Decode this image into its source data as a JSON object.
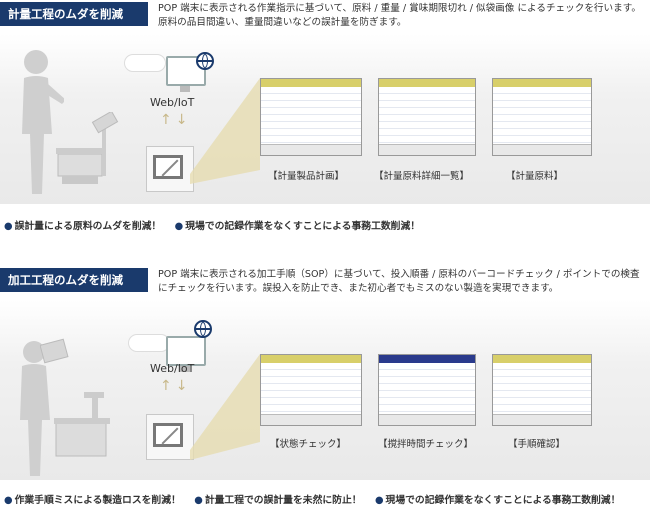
{
  "section1": {
    "title": "計量工程のムダを削減",
    "description": "POP 端末に表示される作業指示に基づいて、原料 / 重量 / 賞味期限切れ / 似袋画像 によるチェックを行います。原料の品目間違い、重量間違いなどの誤計量を防ぎます。",
    "network_label": "Web/IoT",
    "screens": [
      {
        "caption": "【計量製品計画】"
      },
      {
        "caption": "【計量原料詳細一覧】"
      },
      {
        "caption": "【計量原料】"
      }
    ],
    "bullets": [
      "誤計量による原料のムダを削減！",
      "現場での記録作業をなくすことによる事務工数削減！"
    ]
  },
  "section2": {
    "title": "加工工程のムダを削減",
    "description": "POP 端末に表示される加工手順（SOP）に基づいて、投入順番 / 原料のバーコードチェック / ポイントでの検査にチェックを行います。誤投入を防止でき、また初心者でもミスのない製造を実現できます。",
    "network_label": "Web/IoT",
    "screens": [
      {
        "caption": "【状態チェック】"
      },
      {
        "caption": "【撹拌時間チェック】"
      },
      {
        "caption": "【手順確認】"
      }
    ],
    "bullets": [
      "作業手順ミスによる製造ロスを削減！",
      "計量工程での誤計量を未然に防止！",
      "現場での記録作業をなくすことによる事務工数削減！"
    ]
  },
  "colors": {
    "title_bar": "#1a3a6c",
    "bullet": "#1a3a6c",
    "beam": "#e6dcb0"
  }
}
